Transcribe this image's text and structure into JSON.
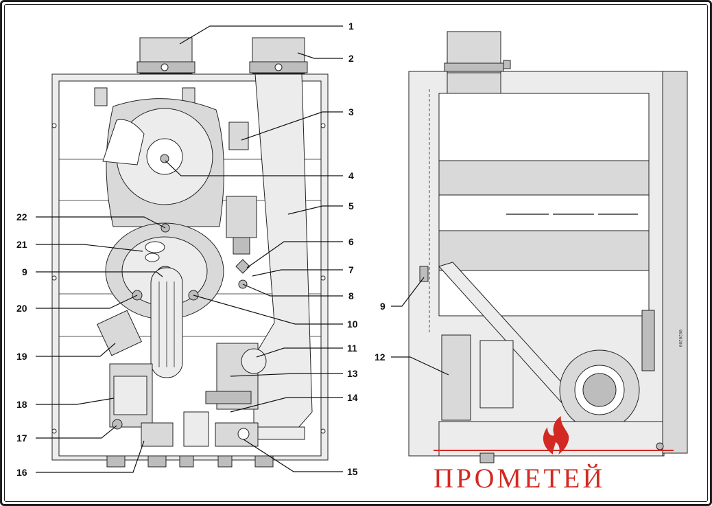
{
  "callouts_left": [
    {
      "num": "1"
    },
    {
      "num": "2"
    },
    {
      "num": "3"
    },
    {
      "num": "4"
    },
    {
      "num": "5"
    },
    {
      "num": "6"
    },
    {
      "num": "7"
    },
    {
      "num": "8"
    },
    {
      "num": "10"
    },
    {
      "num": "11"
    },
    {
      "num": "13"
    },
    {
      "num": "14"
    },
    {
      "num": "15"
    }
  ],
  "callouts_right": [
    {
      "num": "22"
    },
    {
      "num": "21"
    },
    {
      "num": "9"
    },
    {
      "num": "20"
    },
    {
      "num": "19"
    },
    {
      "num": "18"
    },
    {
      "num": "17"
    },
    {
      "num": "16"
    }
  ],
  "callouts_side": [
    {
      "num": "9"
    },
    {
      "num": "12"
    }
  ],
  "serial_code": "0020200",
  "brand": {
    "name": "ПРОМЕТЕЙ",
    "color": "#d22a22"
  }
}
